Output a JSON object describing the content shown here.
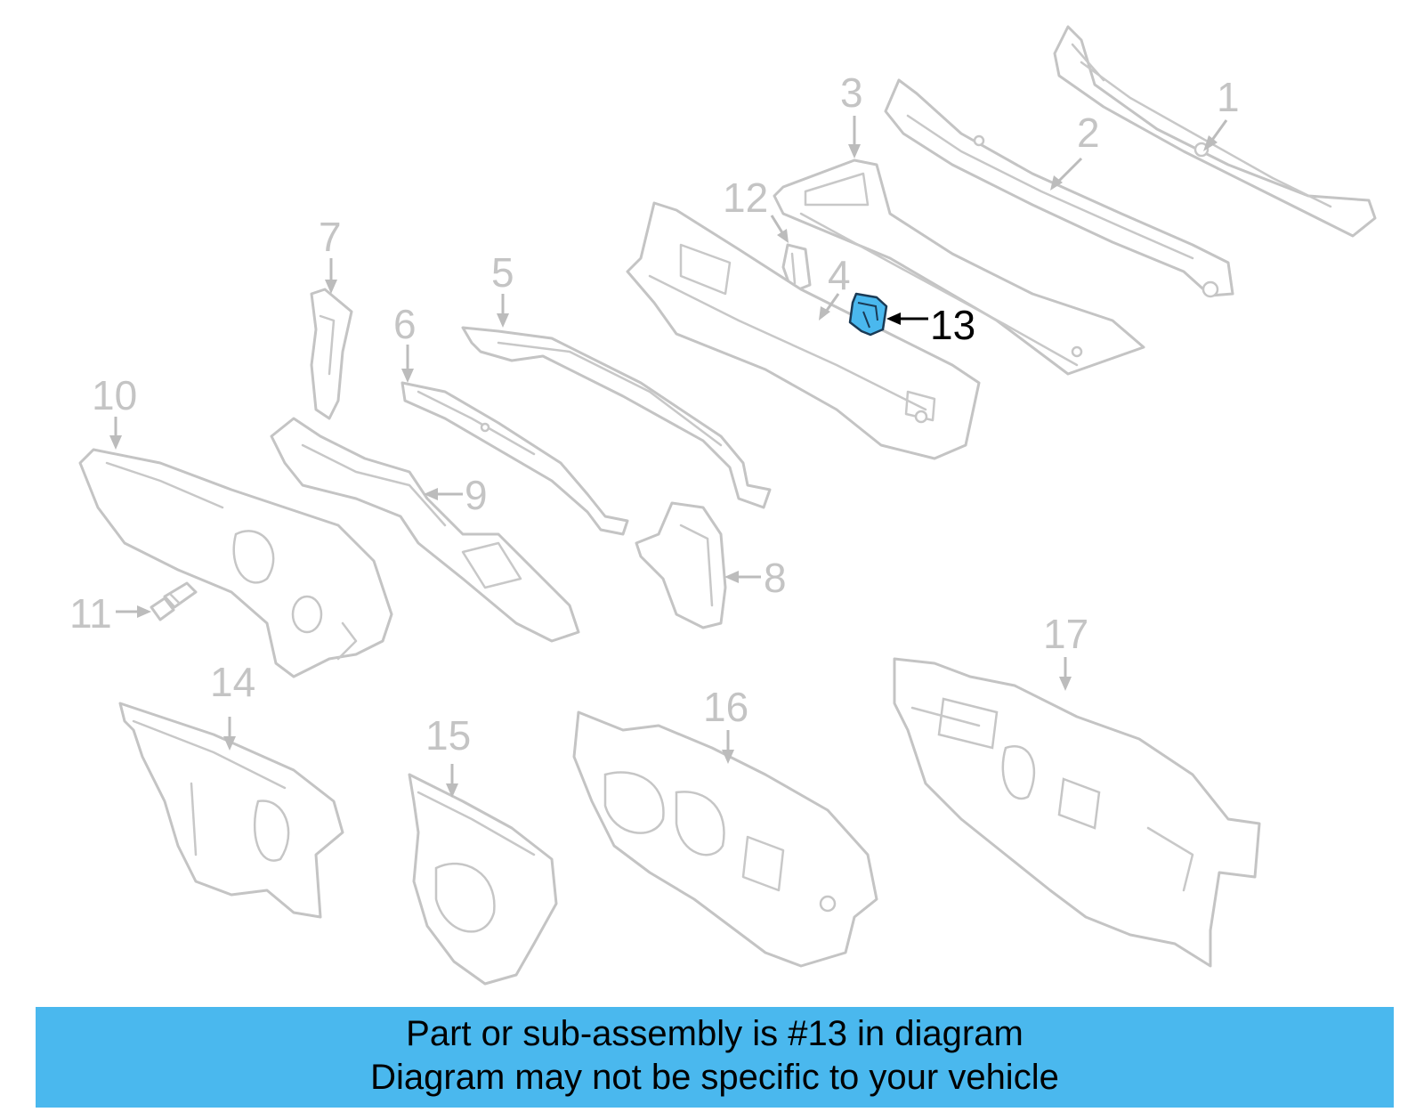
{
  "callouts": {
    "c1": "1",
    "c2": "2",
    "c3": "3",
    "c4": "4",
    "c5": "5",
    "c6": "6",
    "c7": "7",
    "c8": "8",
    "c9": "9",
    "c10": "10",
    "c11": "11",
    "c12": "12",
    "c13": "13",
    "c14": "14",
    "c15": "15",
    "c16": "16",
    "c17": "17"
  },
  "highlight": {
    "part_number": "13",
    "color": "#4ab8ee"
  },
  "banner": {
    "line1": "Part or sub-assembly is #13 in diagram",
    "line2": "Diagram may not be specific to your vehicle",
    "color": "#4ab8ee"
  }
}
